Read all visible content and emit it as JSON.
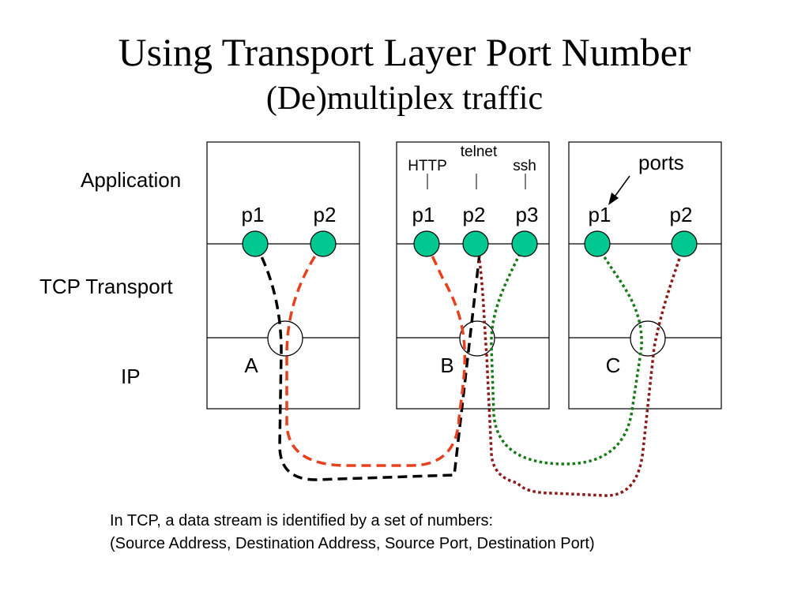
{
  "title": "Using Transport Layer Port Number",
  "subtitle": "(De)multiplex traffic",
  "layers": {
    "application": "Application",
    "transport": "TCP Transport",
    "ip": "IP"
  },
  "hosts": {
    "a": {
      "label": "A",
      "ports": [
        "p1",
        "p2"
      ]
    },
    "b": {
      "label": "B",
      "ports": [
        "p1",
        "p2",
        "p3"
      ]
    },
    "c": {
      "label": "C",
      "ports": [
        "p1",
        "p2"
      ]
    }
  },
  "apps": {
    "http": "HTTP",
    "telnet": "telnet",
    "ssh": "ssh"
  },
  "annotation": "ports",
  "caption": {
    "line1": "In TCP, a data stream is identified by a set of numbers:",
    "line2": "(Source Address, Destination Address, Source Port, Destination Port)"
  },
  "colors": {
    "port_fill": "#00c890",
    "black_stream": "#000000",
    "orange_stream": "#e8401c",
    "green_stream": "#1a7a1a",
    "red_stream": "#8b1a1a"
  }
}
